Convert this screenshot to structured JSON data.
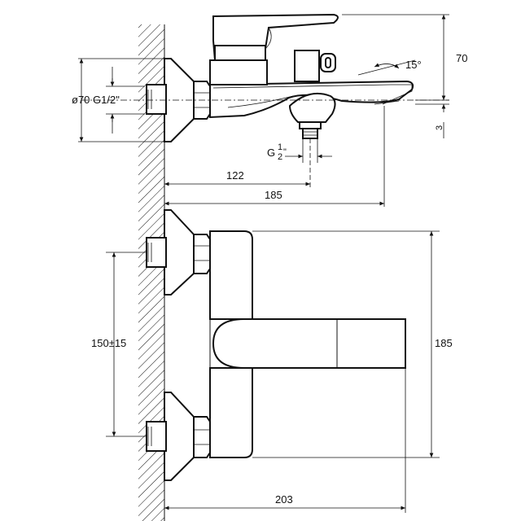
{
  "drawing": {
    "side_view": {
      "thread_label": "ø70 G1/2\"",
      "inlet_thread": "G",
      "inlet_thread_fraction_num": "1",
      "inlet_thread_fraction_den": "2",
      "inlet_thread_suffix": "\"",
      "angle_label": "15°",
      "height_label": "70",
      "offset_label": "3",
      "inlet_distance_label": "122",
      "spout_length_label": "185"
    },
    "front_view": {
      "center_distance_label": "150±15",
      "body_height_label": "185",
      "total_width_label": "203"
    }
  }
}
